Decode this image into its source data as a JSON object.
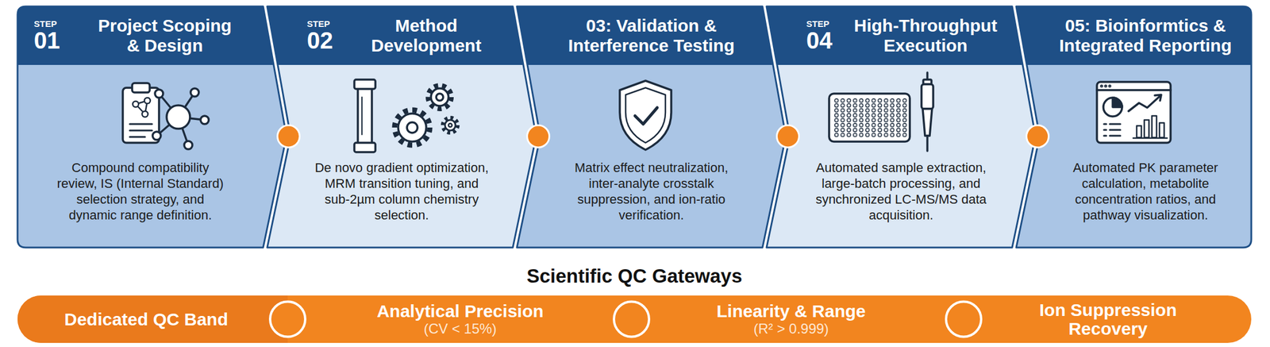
{
  "diagram": {
    "nodes": [
      {
        "text": [
          "STEP",
          "01",
          "Project Scoping & Design",
          "Compound compatibility review, IS (Internal Standard) selection strategy, and dynamic range definition."
        ]
      },
      {
        "text": [
          "STEP",
          "02",
          "Method Development",
          "De novo gradient optimization, MRM transition tuning, and sub-2µm column chemistry selection."
        ]
      },
      {
        "text": [
          "03: Validation & Interference Testing",
          "Matrix effect neutralization, inter-analyte crosstalk suppression, and ion-ratio verification."
        ]
      },
      {
        "text": [
          "STEP",
          "04",
          "High-Throughput Execution",
          "Automated sample extraction, large-batch processing, and synchronized LC-MS/MS data acquisition."
        ]
      },
      {
        "text": [
          "05: Bioinformtics & Integrated Reporting",
          "Automated PK parameter calculation, metabolite concentration ratios, and pathway visualization."
        ]
      },
      {
        "text": [
          "Scientific QC Gateways",
          "Dedicated QC Band",
          "Analytical Precision",
          "(CV < 15%)",
          "Linearity & Range",
          "(R² > 0.999)",
          "Ion Suppression Recovery"
        ]
      }
    ],
    "edges": [
      {
        "from": 0,
        "to": 1,
        "arrow": "none"
      },
      {
        "from": 1,
        "to": 2,
        "arrow": "none"
      },
      {
        "from": 2,
        "to": 3,
        "arrow": "none"
      },
      {
        "from": 3,
        "to": 4,
        "arrow": "none"
      }
    ]
  }
}
